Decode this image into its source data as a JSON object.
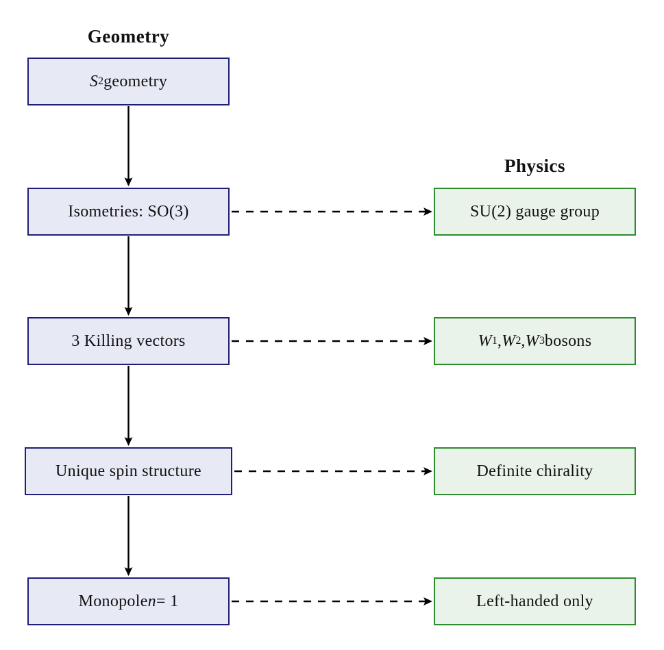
{
  "columns": {
    "geometry": {
      "title": "Geometry",
      "border_color": "#1f1f78",
      "fill_color": "#e7e9f4",
      "boxes": [
        {
          "id": "s2-geometry",
          "segments": [
            {
              "text": "S",
              "style": "mi"
            },
            {
              "text": "2",
              "style": "sup"
            },
            {
              "text": " geometry",
              "style": "rm"
            }
          ]
        },
        {
          "id": "isometries-so3",
          "segments": [
            {
              "text": "Isometries: SO(3)",
              "style": "rm"
            }
          ]
        },
        {
          "id": "killing-vectors",
          "segments": [
            {
              "text": "3 Killing vectors",
              "style": "rm"
            }
          ]
        },
        {
          "id": "unique-spin-structure",
          "segments": [
            {
              "text": "Unique spin structure",
              "style": "rm"
            }
          ]
        },
        {
          "id": "monopole-n-1",
          "segments": [
            {
              "text": "Monopole ",
              "style": "rm"
            },
            {
              "text": "n",
              "style": "mi"
            },
            {
              "text": " = 1",
              "style": "rm"
            }
          ]
        }
      ]
    },
    "physics": {
      "title": "Physics",
      "border_color": "#2e8b2e",
      "fill_color": "#eaf3ea",
      "boxes": [
        {
          "id": "su2-gauge-group",
          "segments": [
            {
              "text": "SU(2) gauge group",
              "style": "rm"
            }
          ]
        },
        {
          "id": "w-bosons",
          "segments": [
            {
              "text": "W",
              "style": "mi"
            },
            {
              "text": "1",
              "style": "sup"
            },
            {
              "text": ", ",
              "style": "rm"
            },
            {
              "text": "W",
              "style": "mi"
            },
            {
              "text": "2",
              "style": "sup"
            },
            {
              "text": ", ",
              "style": "rm"
            },
            {
              "text": "W",
              "style": "mi"
            },
            {
              "text": "3",
              "style": "sup"
            },
            {
              "text": " bosons",
              "style": "rm"
            }
          ]
        },
        {
          "id": "definite-chirality",
          "segments": [
            {
              "text": "Definite chirality",
              "style": "rm"
            }
          ]
        },
        {
          "id": "left-handed-only",
          "segments": [
            {
              "text": "Left-handed only",
              "style": "rm"
            }
          ]
        }
      ]
    }
  },
  "connections": {
    "arrow_color": "#000000",
    "vertical_solid": [
      "s2-geometry -> isometries-so3",
      "isometries-so3 -> killing-vectors",
      "killing-vectors -> unique-spin-structure",
      "unique-spin-structure -> monopole-n-1"
    ],
    "horizontal_dashed": [
      "isometries-so3 -> su2-gauge-group",
      "killing-vectors -> w-bosons",
      "unique-spin-structure -> definite-chirality",
      "monopole-n-1 -> left-handed-only"
    ]
  }
}
